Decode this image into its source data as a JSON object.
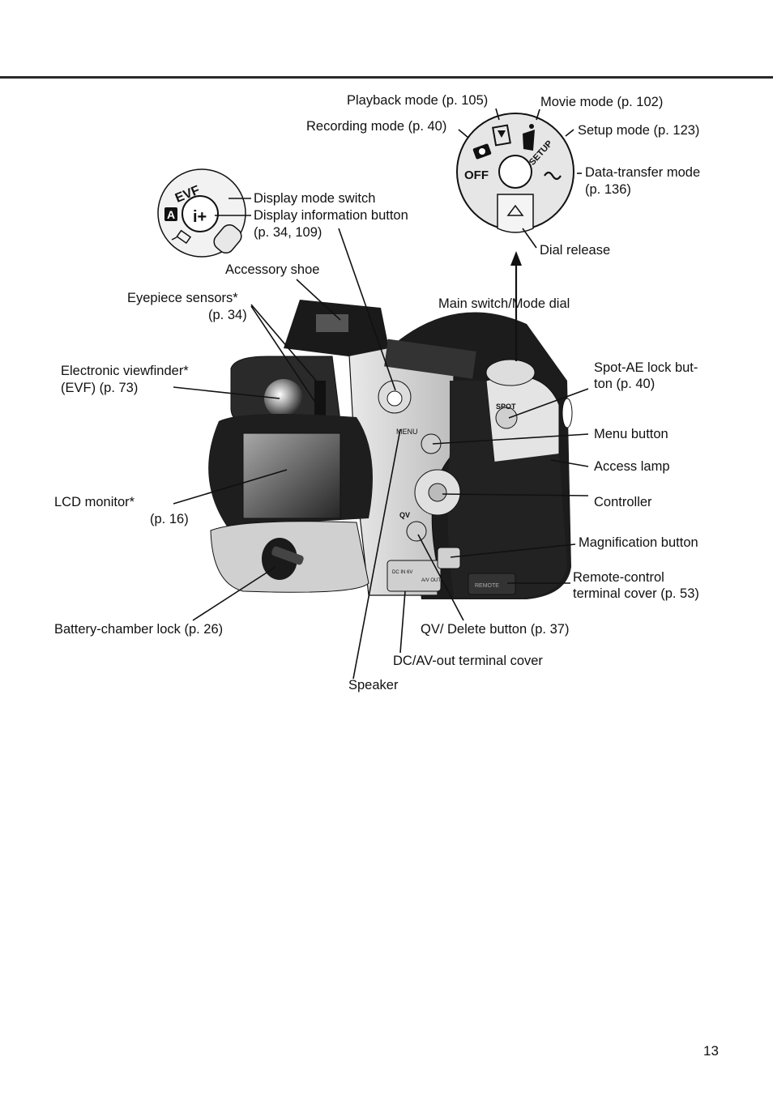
{
  "page": {
    "number": "13"
  },
  "mode_dial_labels": {
    "playback": "Playback mode (p. 105)",
    "movie": "Movie mode (p. 102)",
    "recording": "Recording mode (p. 40)",
    "setup": "Setup mode (p. 123)",
    "data_transfer_line1": "Data-transfer mode",
    "data_transfer_line2": "(p. 136)",
    "dial_release": "Dial release"
  },
  "display_switch_labels": {
    "display_mode_switch": "Display mode switch",
    "display_info_line1": "Display information button",
    "display_info_line2": "(p. 34, 109)"
  },
  "camera_labels": {
    "accessory_shoe": "Accessory shoe",
    "main_switch": "Main switch/Mode dial",
    "eyepiece_line1": "Eyepiece sensors*",
    "eyepiece_line2": "(p. 34)",
    "evf_line1": "Electronic viewfinder*",
    "evf_line2": "(EVF) (p. 73)",
    "spot_line1": "Spot-AE lock but-",
    "spot_line2": "ton (p. 40)",
    "menu_button": "Menu button",
    "access_lamp": "Access lamp",
    "lcd_line1": "LCD monitor*",
    "lcd_line2": "(p. 16)",
    "controller": "Controller",
    "magnification": "Magnification button",
    "remote_line1": "Remote-control",
    "remote_line2": "terminal cover (p. 53)",
    "battery_lock": "Battery-chamber lock (p. 26)",
    "qv_delete": "QV/ Delete button (p. 37)",
    "dc_av": "DC/AV-out terminal cover",
    "speaker": "Speaker"
  },
  "dial_markings": {
    "off": "OFF",
    "setup": "SETUP",
    "evf": "EVF",
    "auto": "A",
    "info": "i+",
    "menu": "MENU",
    "spot": "SPOT",
    "qv": "QV",
    "dc_in": "DC IN 6V",
    "av_out": "A/V OUT",
    "remote": "REMOTE"
  },
  "colors": {
    "ink": "#111111",
    "rule": "#2a2a2a",
    "body_light": "#d8d8d8",
    "body_dark": "#1c1c1c"
  }
}
